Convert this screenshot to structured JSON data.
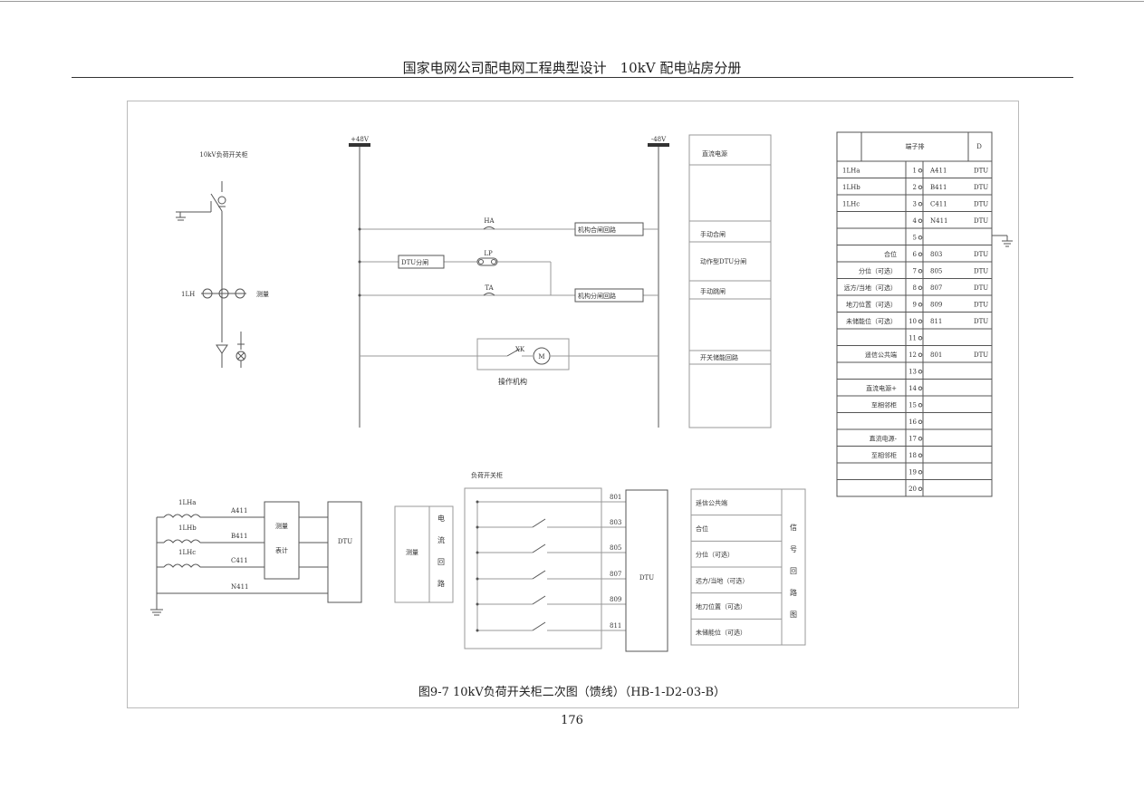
{
  "header": {
    "title": "国家电网公司配电网工程典型设计　10kV 配电站房分册"
  },
  "caption": "图9-7 10kV负荷开关柜二次图（馈线）（HB-1-D2-03-B）",
  "page_number": "176",
  "primary": {
    "title": "10kV负荷开关柜",
    "ct_label": "1LH",
    "measure_label": "测量"
  },
  "control": {
    "bus_left": "+48V",
    "bus_right": "-48V",
    "ha_label": "HA",
    "lp_label": "LP",
    "ta_label": "TA",
    "closing_circuit": "机构合闸回路",
    "dtu_trip": "DTU分闸",
    "opening_circuit": "机构分闸回路",
    "xk_label": "XK",
    "motor_label": "M",
    "mechanism": "操作机构"
  },
  "function_column": [
    "直流电源",
    "手动合闸",
    "动作型DTU分闸",
    "手动跳闸",
    "开关储能回路"
  ],
  "terminal": {
    "title": "端子排",
    "col_d": "D",
    "rows": [
      {
        "label": "1LHa",
        "num": "1",
        "code": "A411",
        "dest": "DTU"
      },
      {
        "label": "1LHb",
        "num": "2",
        "code": "B411",
        "dest": "DTU"
      },
      {
        "label": "1LHc",
        "num": "3",
        "code": "C411",
        "dest": "DTU"
      },
      {
        "label": "",
        "num": "4",
        "code": "N411",
        "dest": "DTU"
      },
      {
        "label": "",
        "num": "5",
        "code": "",
        "dest": ""
      },
      {
        "label": "合位",
        "num": "6",
        "code": "803",
        "dest": "DTU"
      },
      {
        "label": "分位（可选）",
        "num": "7",
        "code": "805",
        "dest": "DTU"
      },
      {
        "label": "远方/当地（可选）",
        "num": "8",
        "code": "807",
        "dest": "DTU"
      },
      {
        "label": "地刀位置（可选）",
        "num": "9",
        "code": "809",
        "dest": "DTU"
      },
      {
        "label": "未储能位（可选）",
        "num": "10",
        "code": "811",
        "dest": "DTU"
      },
      {
        "label": "",
        "num": "11",
        "code": "",
        "dest": ""
      },
      {
        "label": "遥信公共端",
        "num": "12",
        "code": "801",
        "dest": "DTU"
      },
      {
        "label": "",
        "num": "13",
        "code": "",
        "dest": ""
      },
      {
        "label": "直流电源+",
        "num": "14",
        "code": "",
        "dest": ""
      },
      {
        "label": "至相邻柜",
        "num": "15",
        "code": "",
        "dest": ""
      },
      {
        "label": "",
        "num": "16",
        "code": "",
        "dest": ""
      },
      {
        "label": "直流电源-",
        "num": "17",
        "code": "",
        "dest": ""
      },
      {
        "label": "至相邻柜",
        "num": "18",
        "code": "",
        "dest": ""
      },
      {
        "label": "",
        "num": "19",
        "code": "",
        "dest": ""
      },
      {
        "label": "",
        "num": "20",
        "code": "",
        "dest": ""
      }
    ]
  },
  "current": {
    "ct_labels": [
      "1LHa",
      "1LHb",
      "1LHc"
    ],
    "wires": [
      "A411",
      "B411",
      "C411",
      "N411"
    ],
    "meter_lines": [
      "测量",
      "表计"
    ],
    "dtu": "DTU",
    "measure": "测量",
    "circuit_chars": [
      "电",
      "流",
      "回",
      "路"
    ]
  },
  "signal": {
    "cabinet_title": "负荷开关柜",
    "codes": [
      "801",
      "803",
      "805",
      "807",
      "809",
      "811"
    ],
    "dtu": "DTU",
    "items": [
      "遥信公共端",
      "合位",
      "分位（可选）",
      "远方/当地（可选）",
      "地刀位置（可选）",
      "未储能位（可选）"
    ],
    "circuit_chars": [
      "信",
      "号",
      "回",
      "路",
      "图"
    ]
  }
}
